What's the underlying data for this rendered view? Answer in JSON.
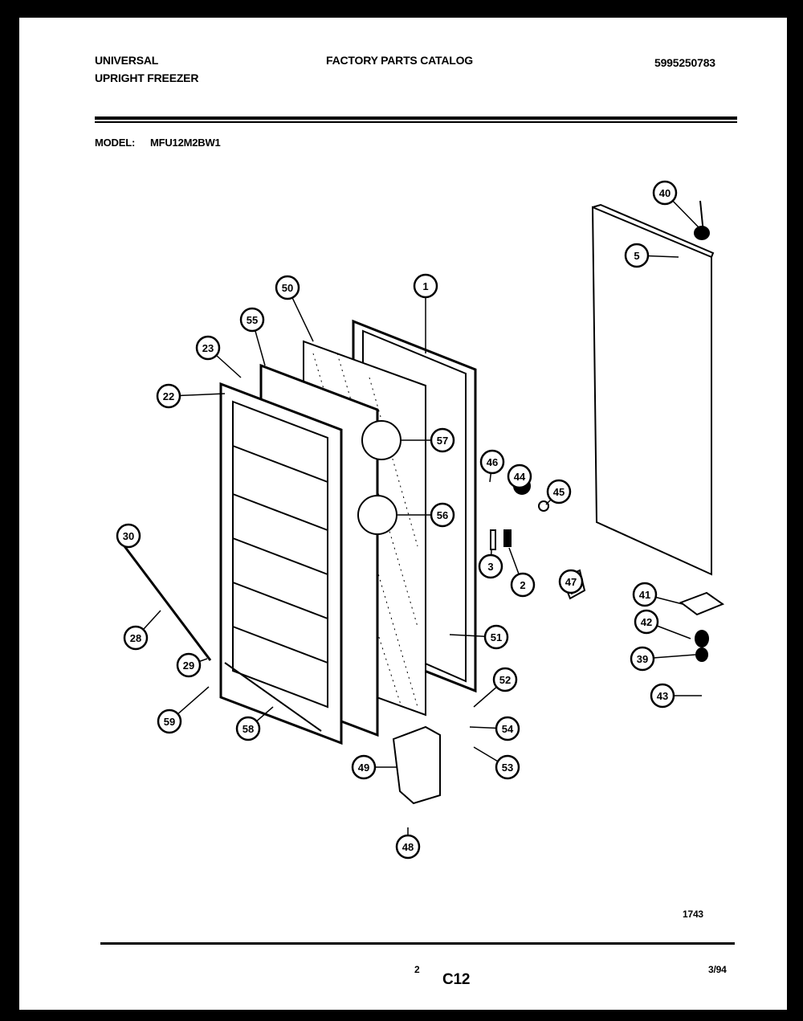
{
  "header": {
    "brand_line1": "UNIVERSAL",
    "brand_line2": "UPRIGHT FREEZER",
    "catalog_title": "FACTORY PARTS CATALOG",
    "catalog_number": "5995250783",
    "model_label": "MODEL:",
    "model_value": "MFU12M2BW1"
  },
  "diagram": {
    "callouts": [
      "40",
      "5",
      "50",
      "1",
      "55",
      "23",
      "22",
      "57",
      "46",
      "44",
      "45",
      "56",
      "3",
      "2",
      "47",
      "30",
      "28",
      "29",
      "51",
      "41",
      "42",
      "39",
      "43",
      "52",
      "54",
      "59",
      "58",
      "49",
      "53",
      "48"
    ],
    "figure_number": "1743"
  },
  "footer": {
    "page_number": "2",
    "section_code": "C12",
    "date": "3/94"
  }
}
